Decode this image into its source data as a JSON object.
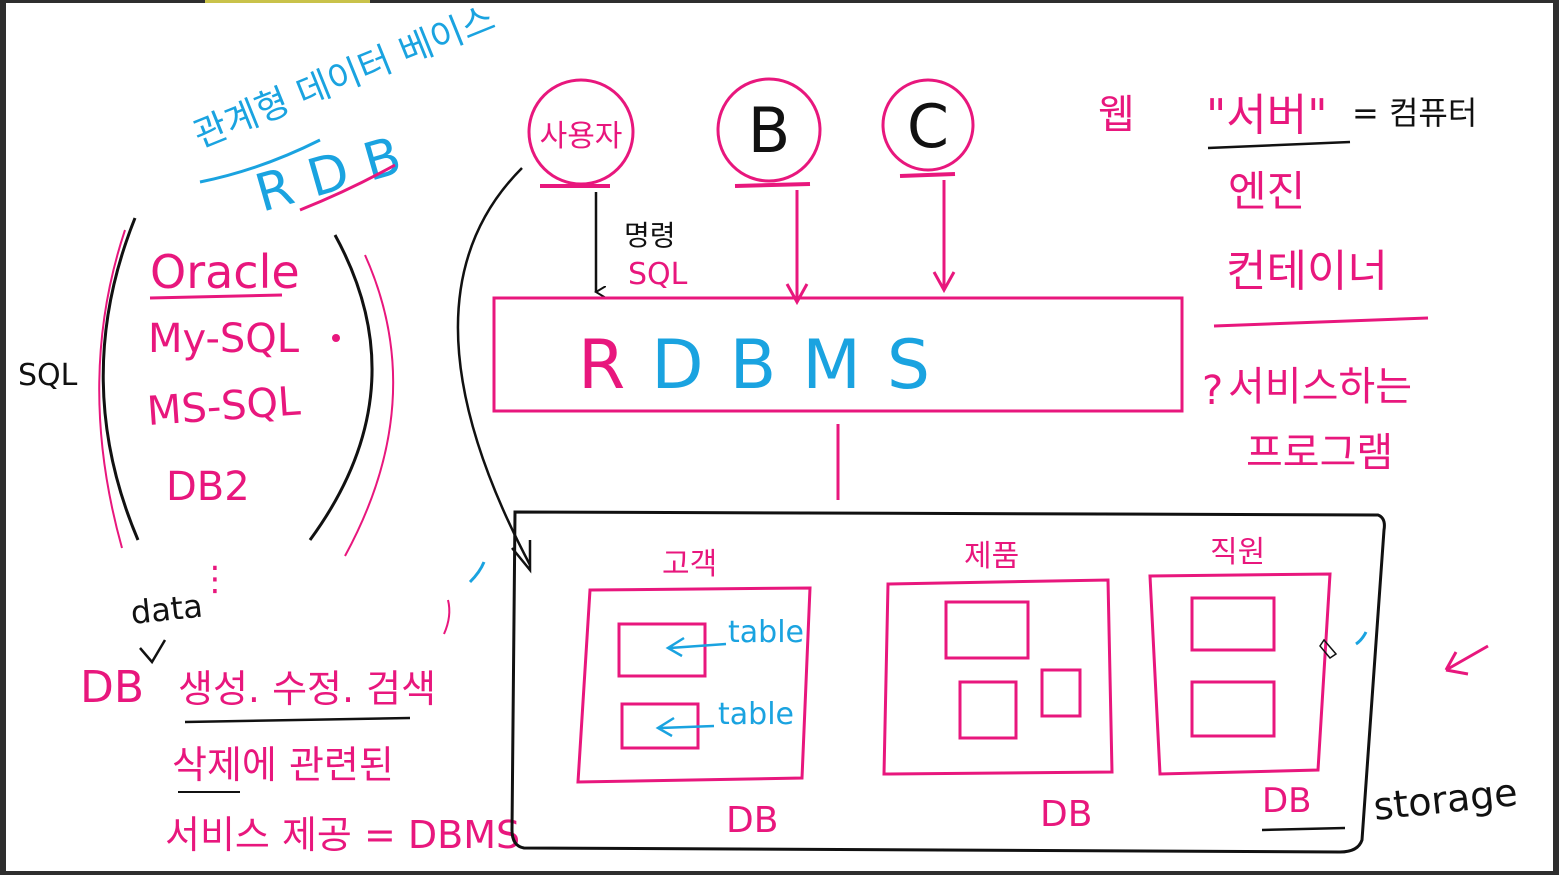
{
  "colors": {
    "pink": "#e8177d",
    "blue": "#1aa3e0",
    "black": "#111111"
  },
  "left": {
    "rdb_korean": "관계형 데이터 베이스",
    "rdb": "RDB",
    "sql_label": "SQL",
    "products": [
      "Oracle",
      "My-SQL",
      "MS-SQL",
      "DB2"
    ],
    "dots": "⋮",
    "data_label": "data",
    "db_label": "DB",
    "crud": "생성. 수정. 검색",
    "crud2": "삭제에 관련된",
    "service": "서비스 제공 = DBMS"
  },
  "clients": {
    "a": "사용자",
    "b": "B",
    "c": "C"
  },
  "command": {
    "korean": "명령",
    "sql": "SQL"
  },
  "rdbms": {
    "label": "RDBMS"
  },
  "right": {
    "web": "웹",
    "server": "\"서버\"",
    "equals": "= 컴퓨터",
    "engine": "엔진",
    "container": "컨테이너",
    "q": "?",
    "serving": "서비스하는",
    "program": "프로그램"
  },
  "storage": {
    "label": "storage",
    "dbs": [
      {
        "title": "고객",
        "label": "DB",
        "tables": [
          "table",
          "table"
        ]
      },
      {
        "title": "제품",
        "label": "DB"
      },
      {
        "title": "직원",
        "label": "DB"
      }
    ]
  }
}
